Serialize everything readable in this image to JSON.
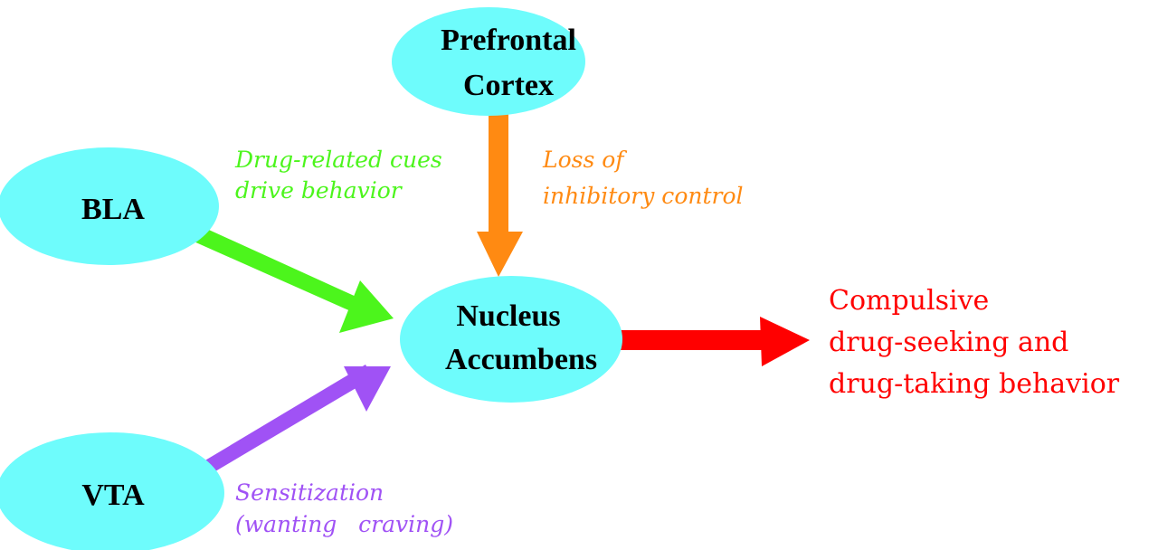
{
  "diagram": {
    "node_color": "#6efcfc",
    "nodes": [
      {
        "id": "pfc",
        "lines": [
          "Prefrontal",
          "Cortex"
        ]
      },
      {
        "id": "bla",
        "lines": [
          "BLA"
        ]
      },
      {
        "id": "nac",
        "lines": [
          "Nucleus",
          "Accumbens"
        ]
      },
      {
        "id": "vta",
        "lines": [
          "VTA"
        ]
      }
    ],
    "edges": [
      {
        "from": "pfc",
        "to": "nac",
        "color": "#ff8a12",
        "label": [
          "Loss of",
          "inhibitory control"
        ]
      },
      {
        "from": "bla",
        "to": "nac",
        "color": "#4cf51c",
        "label": [
          "Drug-related cues",
          "drive behavior"
        ]
      },
      {
        "from": "vta",
        "to": "nac",
        "color": "#a052f5",
        "label": [
          "Sensitization",
          "(wanting   craving)"
        ]
      },
      {
        "from": "nac",
        "to": "outcome",
        "color": "#ff0000"
      }
    ],
    "outcome": {
      "color": "#ff0000",
      "lines": [
        "Compulsive",
        "drug-seeking and",
        "drug-taking behavior"
      ]
    }
  }
}
